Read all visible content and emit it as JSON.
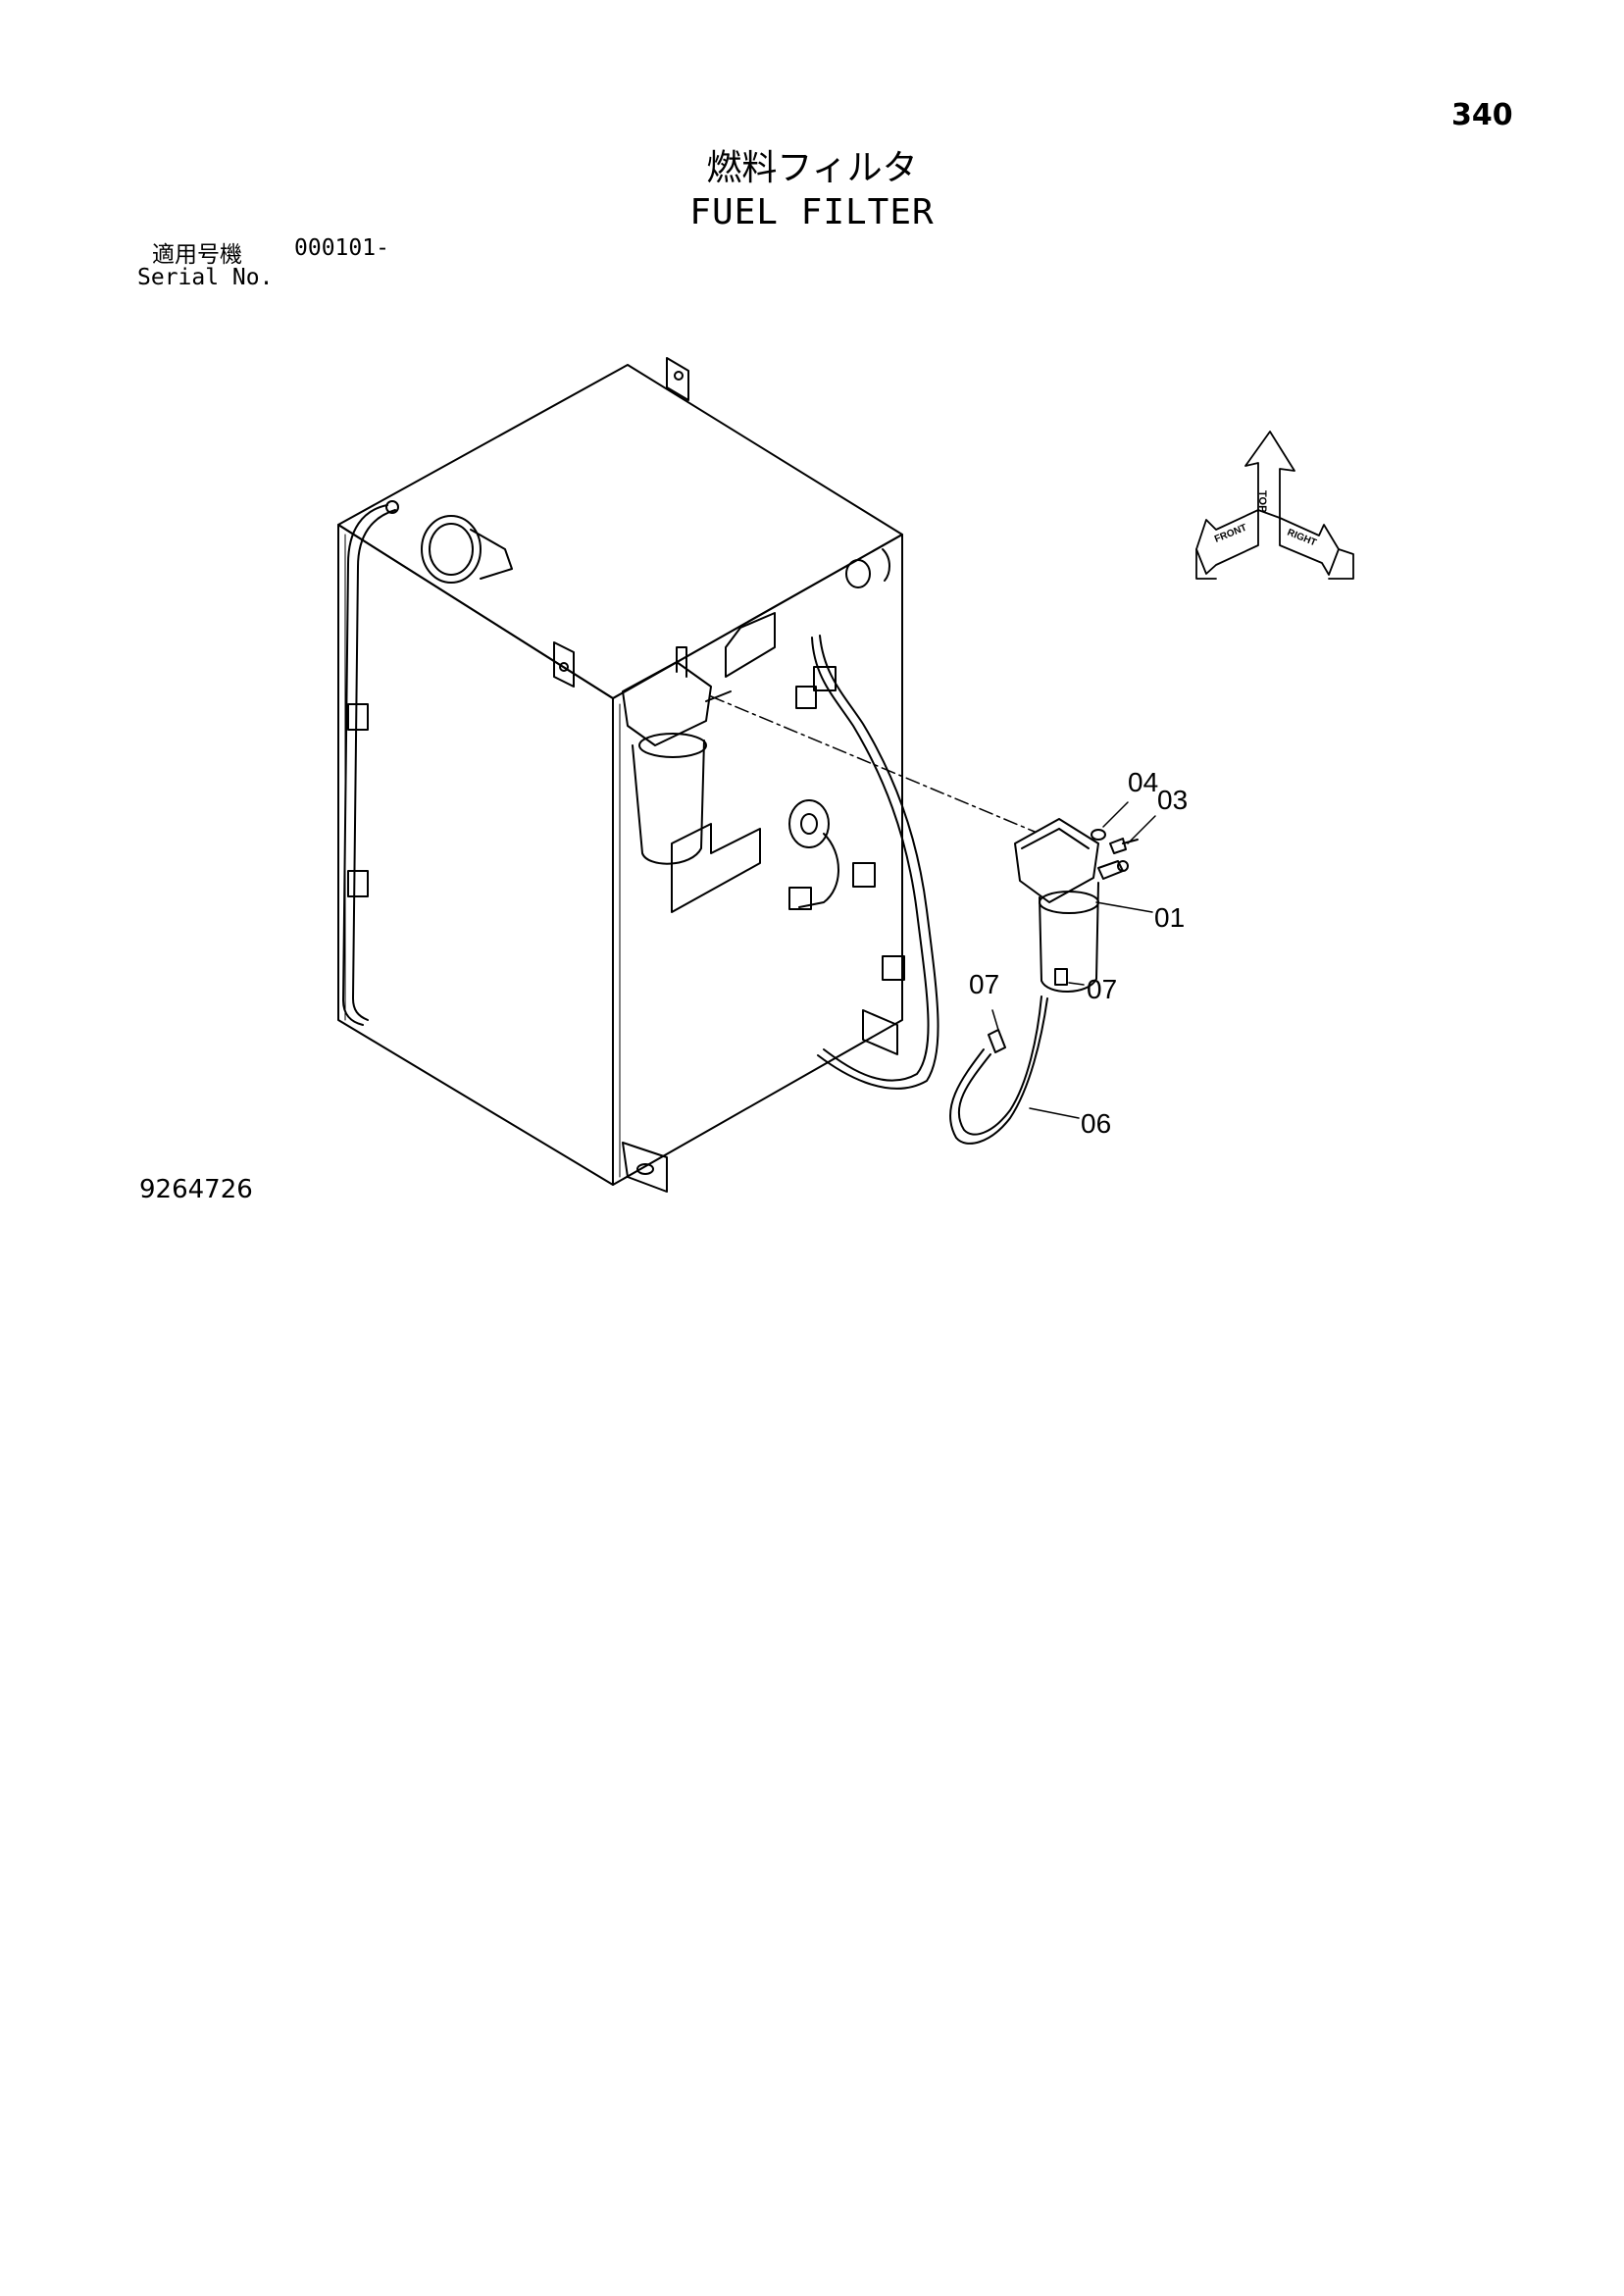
{
  "page": {
    "number": "340",
    "title_ja": "燃料フィルタ",
    "title_en": "FUEL FILTER",
    "serial_label_ja": "適用号機",
    "serial_range": "000101-",
    "serial_label_en": "Serial No.",
    "drawing_number": "9264726"
  },
  "callouts": {
    "c01": "01",
    "c03": "03",
    "c04": "04",
    "c06": "06",
    "c07a": "07",
    "c07b": "07"
  },
  "orientation": {
    "top": "TOP",
    "front": "FRONT",
    "right": "RIGHT"
  }
}
